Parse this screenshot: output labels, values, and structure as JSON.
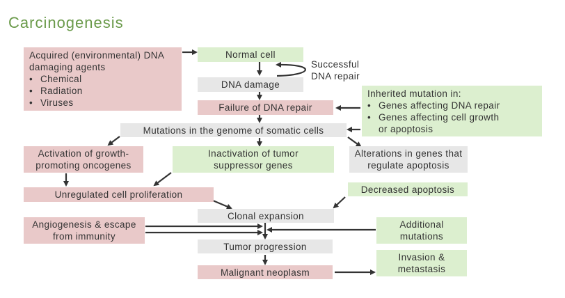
{
  "title": "Carcinogenesis",
  "colors": {
    "title": "#6a9a4a",
    "pink": "#e9c9c9",
    "green": "#dcefcf",
    "gray": "#e7e7e7",
    "arrow": "#333333"
  },
  "nodes": {
    "acquired": {
      "heading": "Acquired (environmental) DNA damaging agents",
      "items": [
        "Chemical",
        "Radiation",
        "Viruses"
      ]
    },
    "normal_cell": "Normal cell",
    "successful_repair": [
      "Successful",
      "DNA repair"
    ],
    "dna_damage": "DNA damage",
    "failure_repair": "Failure of DNA repair",
    "inherited": {
      "heading": "Inherited mutation in:",
      "items": [
        "Genes affecting DNA repair",
        "Genes affecting cell growth or apoptosis"
      ]
    },
    "mutations": "Mutations in the genome of somatic cells",
    "oncogenes": [
      "Activation of growth-",
      "promoting oncogenes"
    ],
    "suppressor": [
      "Inactivation of tumor",
      "suppressor genes"
    ],
    "apoptosis_genes": [
      "Alterations in genes that",
      "regulate apoptosis"
    ],
    "unregulated": "Unregulated cell proliferation",
    "decreased_apoptosis": "Decreased apoptosis",
    "clonal": "Clonal expansion",
    "angiogenesis": [
      "Angiogenesis & escape",
      "from immunity"
    ],
    "additional": [
      "Additional",
      "mutations"
    ],
    "tumor_progression": "Tumor progression",
    "malignant": "Malignant neoplasm",
    "invasion": [
      "Invasion &",
      "metastasis"
    ]
  }
}
